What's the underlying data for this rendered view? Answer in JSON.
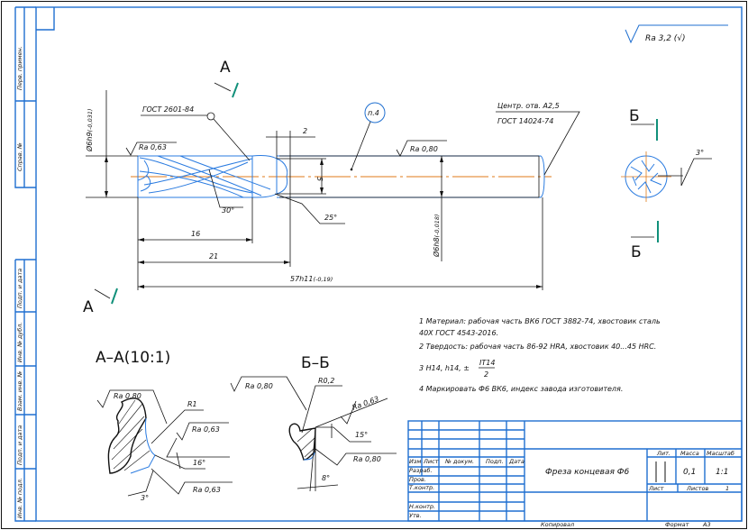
{
  "sheet": {
    "side_stamp": [
      "Перв. примен.",
      "Справ. №",
      "Подп. и дата",
      "Инв. № дубл.",
      "Взам. инв. №",
      "Подп. и дата",
      "Инв. № подл."
    ],
    "general_roughness": "Ra 3,2 (√)",
    "copied": "Копировал",
    "format_label": "Формат",
    "format_value": "А3"
  },
  "main_view": {
    "section_a_label": "А",
    "standard_flutes": "ГОСТ 2601-84",
    "ra_cutting": "Ra 0,63",
    "ra_shank": "Ra 0,80",
    "note_ref": "п.4",
    "center_hole_1": "Центр. отв. А2,5",
    "center_hole_2": "ГОСТ 14024-74",
    "dia_cut": "Ø6h9",
    "dia_cut_tol": "(-0,031)",
    "dia_shank": "Ø6h8",
    "dia_shank_tol": "(-0,018)",
    "dim_neck": "2",
    "dim_neck_dia": "5",
    "angle_helix": "30°",
    "angle_neck": "25°",
    "dim_16": "16",
    "dim_21": "21",
    "dim_total": "57h11",
    "dim_total_tol": "(-0,19)"
  },
  "end_view": {
    "section_b_label": "Б",
    "angle": "3°"
  },
  "section_aa": {
    "title": "А–А(10:1)",
    "ra1": "Ra 0,80",
    "radius": "R1",
    "ra2": "Ra 0,63",
    "angle1": "16°",
    "ra3": "Ra 0,63",
    "angle2": "3°"
  },
  "section_bb": {
    "title": "Б–Б",
    "ra1": "Ra 0,80",
    "radius": "R0,2",
    "ra2": "Ra 0,63",
    "angle1": "15°",
    "ra3": "Ra 0,80",
    "angle2": "8°"
  },
  "notes": [
    "1 Материал: рабочая часть ВК6 ГОСТ 3882-74, хвостовик сталь",
    "40Х ГОСТ 4543-2016.",
    "2  Твердость: рабочая часть 86-92 HRA, хвостовик 40...45 HRC.",
    "3  H14, h14, ±",
    "IT14",
    "2",
    "4  Маркировать Ф6 ВК6, индекс завода изготовителя."
  ],
  "title_block": {
    "headers": [
      "Изм",
      "Лист",
      "№ докум.",
      "Подп.",
      "Дата"
    ],
    "roles": [
      "Разраб.",
      "Пров.",
      "Т.контр.",
      "Н.контр.",
      "Утв."
    ],
    "name": "Фреза концевая Ф6",
    "lit_label": "Лит.",
    "mass_label": "Масса",
    "scale_label": "Масштаб",
    "mass": "0,1",
    "scale": "1:1",
    "sheet_label": "Лист",
    "sheets_label": "Листов",
    "sheets": "1"
  }
}
